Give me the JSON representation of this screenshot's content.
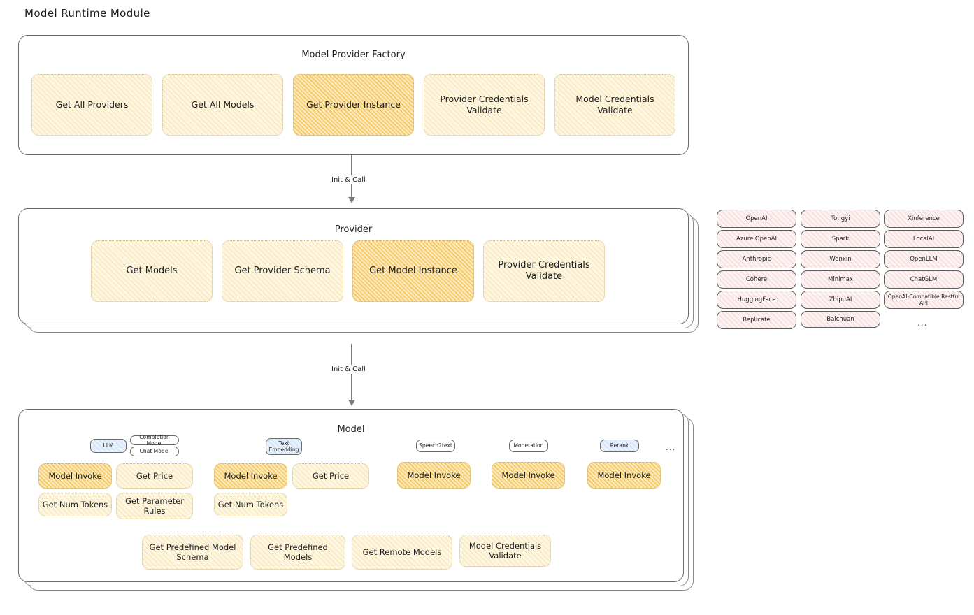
{
  "page": {
    "title": "Model Runtime Module"
  },
  "factory": {
    "title": "Model Provider Factory",
    "boxes": [
      {
        "label": "Get All Providers",
        "style": "light"
      },
      {
        "label": "Get All Models",
        "style": "light"
      },
      {
        "label": "Get Provider Instance",
        "style": "dark"
      },
      {
        "label": "Provider Credentials Validate",
        "style": "light"
      },
      {
        "label": "Model Credentials Validate",
        "style": "light"
      }
    ]
  },
  "arrow1": {
    "label": "Init & Call"
  },
  "provider": {
    "title": "Provider",
    "boxes": [
      {
        "label": "Get Models",
        "style": "light"
      },
      {
        "label": "Get Provider Schema",
        "style": "light"
      },
      {
        "label": "Get Model Instance",
        "style": "dark"
      },
      {
        "label": "Provider Credentials Validate",
        "style": "light"
      }
    ]
  },
  "provider_list": {
    "column1": [
      "OpenAI",
      "Azure OpenAI",
      "Anthropic",
      "Cohere",
      "HuggingFace",
      "Replicate"
    ],
    "column2": [
      "Tongyi",
      "Spark",
      "Wenxin",
      "Minimax",
      "ZhipuAI",
      "Baichuan"
    ],
    "column3": [
      "Xinference",
      "LocalAI",
      "OpenLLM",
      "ChatGLM",
      "OpenAI-Compatible Restful API"
    ],
    "more": "..."
  },
  "arrow2": {
    "label": "Init & Call"
  },
  "model": {
    "title": "Model",
    "more": "...",
    "types": [
      {
        "name": "LLM",
        "style": "blue"
      },
      {
        "name": "Completion Model",
        "style": "white"
      },
      {
        "name": "Chat Model",
        "style": "white"
      },
      {
        "name": "Text Embedding",
        "style": "blue"
      },
      {
        "name": "Speech2text",
        "style": "white"
      },
      {
        "name": "Moderation",
        "style": "white"
      },
      {
        "name": "Rerank",
        "style": "blue"
      }
    ],
    "llm_ops": [
      {
        "label": "Model Invoke",
        "style": "dark"
      },
      {
        "label": "Get Price",
        "style": "light"
      },
      {
        "label": "Get Num Tokens",
        "style": "light"
      },
      {
        "label": "Get Parameter Rules",
        "style": "light"
      }
    ],
    "embedding_ops": [
      {
        "label": "Model Invoke",
        "style": "dark"
      },
      {
        "label": "Get Price",
        "style": "light"
      },
      {
        "label": "Get Num Tokens",
        "style": "light"
      }
    ],
    "speech2text_ops": [
      {
        "label": "Model Invoke",
        "style": "dark"
      }
    ],
    "moderation_ops": [
      {
        "label": "Model Invoke",
        "style": "dark"
      }
    ],
    "rerank_ops": [
      {
        "label": "Model Invoke",
        "style": "dark"
      }
    ],
    "common_ops": [
      {
        "label": "Get Predefined Model Schema",
        "style": "light"
      },
      {
        "label": "Get Predefined Models",
        "style": "light"
      },
      {
        "label": "Get Remote Models",
        "style": "light"
      },
      {
        "label": "Model Credentials Validate",
        "style": "light"
      }
    ]
  },
  "colors": {
    "highlight_fill": "#fbe6b4",
    "normal_fill": "#fdf6e3",
    "provider_fill": "#fdf2f2",
    "tag_blue_fill": "#e7f1fb",
    "border": "#6b6b6b"
  }
}
